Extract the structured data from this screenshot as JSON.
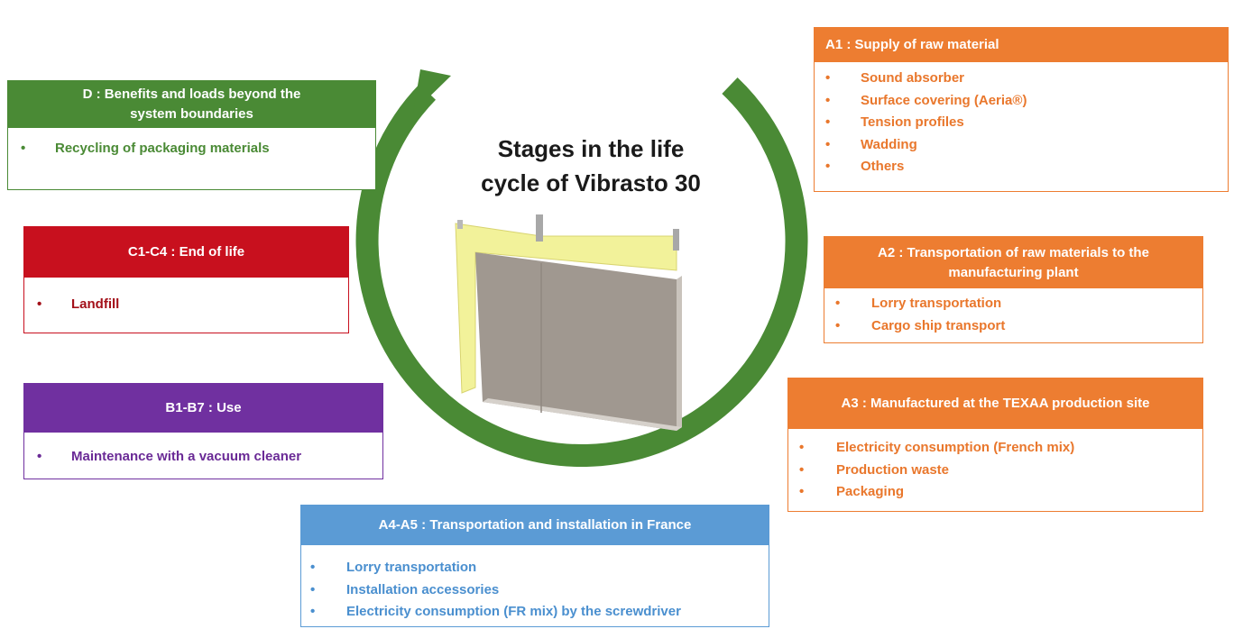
{
  "center": {
    "title_line1": "Stages in the life",
    "title_line2": "cycle of Vibrasto 30"
  },
  "colors": {
    "cycle_arrow": "#4a8a35",
    "d": "#4a8a35",
    "c": "#c8101e",
    "b": "#7030a0",
    "a": "#ed7d31",
    "a45": "#5b9bd5"
  },
  "bullet": "•",
  "stages": {
    "d": {
      "header_line1": "D : Benefits and loads beyond the",
      "header_line2": "system boundaries",
      "items": [
        "Recycling of packaging materials"
      ]
    },
    "c1c4": {
      "header": "C1-C4 : End of life",
      "items": [
        "Landfill"
      ]
    },
    "b1b7": {
      "header": "B1-B7 : Use",
      "items": [
        "Maintenance with a vacuum cleaner"
      ]
    },
    "a1": {
      "header": "A1 : Supply of raw material",
      "items": [
        "Sound absorber",
        "Surface covering (Aeria®)",
        "Tension profiles",
        "Wadding",
        "Others"
      ]
    },
    "a2": {
      "header_line1": "A2 : Transportation of raw materials to the",
      "header_line2": "manufacturing plant",
      "items": [
        "Lorry transportation",
        "Cargo ship transport"
      ]
    },
    "a3": {
      "header": "A3 : Manufactured at the TEXAA production site",
      "items": [
        "Electricity consumption (French mix)",
        "Production waste",
        "Packaging"
      ]
    },
    "a4a5": {
      "header": "A4-A5 : Transportation and installation in France",
      "items": [
        "Lorry transportation",
        "Installation accessories",
        "Electricity consumption (FR mix) by the screwdriver"
      ]
    }
  }
}
